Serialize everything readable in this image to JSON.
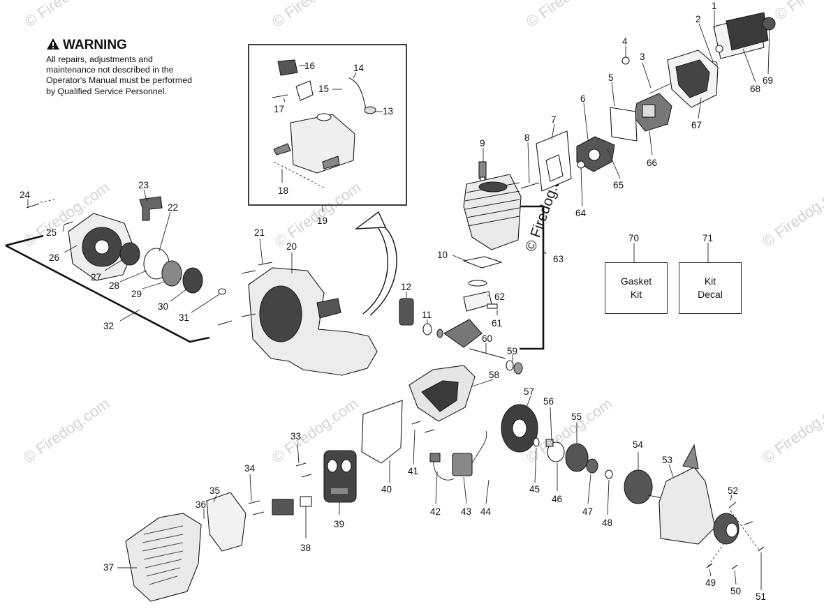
{
  "warning": {
    "title": "WARNING",
    "text": "All repairs, adjustments and maintenance not described in the Operator's Manual must be performed by Qualified Service Personnel."
  },
  "watermark": {
    "text": "© Firedog.com",
    "vertical_text": "© Firedog.com"
  },
  "boxes": {
    "gasket_kit": {
      "line1": "Gasket",
      "line2": "Kit"
    },
    "kit_decal": {
      "line1": "Kit",
      "line2": "Decal"
    }
  },
  "callouts": [
    "1",
    "2",
    "3",
    "4",
    "5",
    "6",
    "7",
    "8",
    "9",
    "10",
    "11",
    "12",
    "13",
    "14",
    "15",
    "16",
    "17",
    "18",
    "19",
    "20",
    "21",
    "22",
    "23",
    "24",
    "25",
    "26",
    "27",
    "28",
    "29",
    "30",
    "31",
    "32",
    "33",
    "34",
    "35",
    "36",
    "37",
    "38",
    "39",
    "40",
    "41",
    "42",
    "43",
    "44",
    "45",
    "46",
    "47",
    "48",
    "49",
    "50",
    "51",
    "52",
    "53",
    "54",
    "55",
    "56",
    "57",
    "58",
    "59",
    "60",
    "61",
    "62",
    "63",
    "64",
    "65",
    "66",
    "67",
    "68",
    "69",
    "70",
    "71"
  ],
  "colors": {
    "ink": "#111111",
    "part_fill": "#f2f2f2",
    "part_dark": "#3a3a3a",
    "watermark": "#d2d2d2"
  }
}
